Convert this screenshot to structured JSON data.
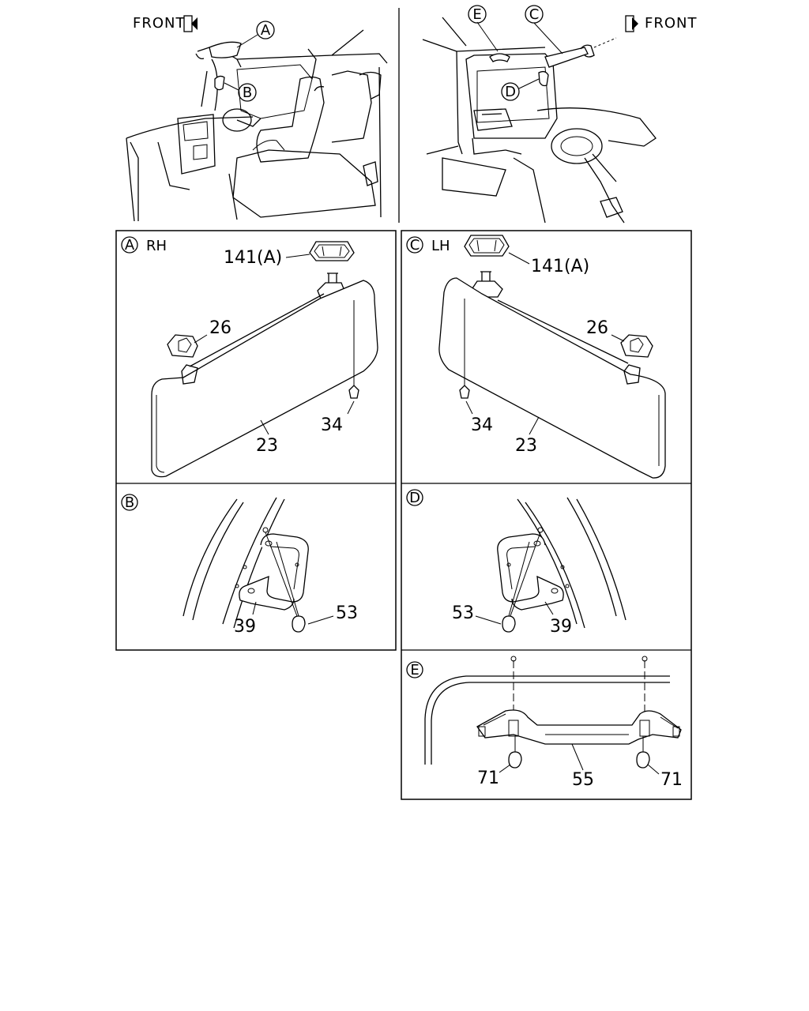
{
  "overview": {
    "left_front": "FRONT",
    "right_front": "FRONT",
    "callout_a": "A",
    "callout_b": "B",
    "callout_c": "C",
    "callout_d": "D",
    "callout_e": "E"
  },
  "panel_a": {
    "letter": "A",
    "side": "RH",
    "parts": {
      "cover": "141(A)",
      "clip": "26",
      "visor": "23",
      "screw": "34"
    }
  },
  "panel_c": {
    "letter": "C",
    "side": "LH",
    "parts": {
      "cover": "141(A)",
      "clip": "26",
      "visor": "23",
      "screw": "34"
    }
  },
  "panel_b": {
    "letter": "B",
    "parts": {
      "grip": "39",
      "screw": "53"
    }
  },
  "panel_d": {
    "letter": "D",
    "parts": {
      "grip": "39",
      "screw": "53"
    }
  },
  "panel_e": {
    "letter": "E",
    "parts": {
      "screw_left": "71",
      "handle": "55",
      "screw_right": "71"
    }
  }
}
